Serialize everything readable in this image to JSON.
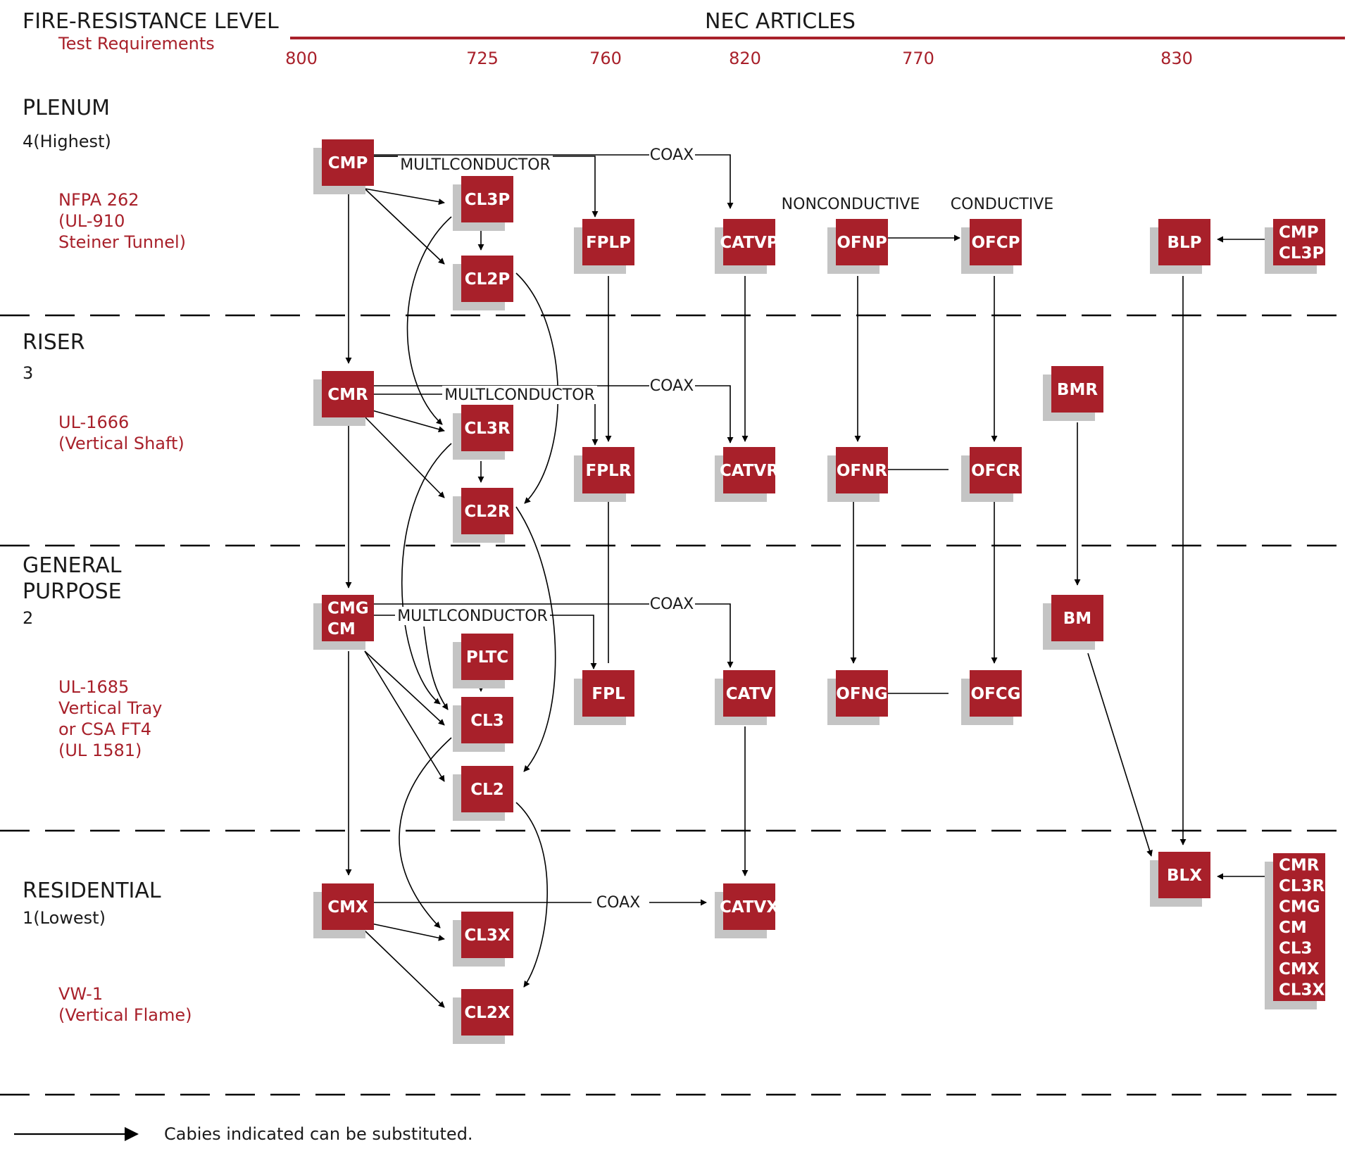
{
  "header": {
    "left_title": "FIRE-RESISTANCE LEVEL",
    "left_subtitle": "Test Requirements",
    "center_title": "NEC ARTICLES",
    "articles": [
      "800",
      "725",
      "760",
      "820",
      "770",
      "830"
    ]
  },
  "levels": [
    {
      "id": "plenum",
      "name": [
        "PLENUM"
      ],
      "rank": "4(Highest)",
      "test": [
        "NFPA 262",
        "(UL-910",
        "Steiner Tunnel)"
      ]
    },
    {
      "id": "riser",
      "name": [
        "RISER"
      ],
      "rank": "3",
      "test": [
        "UL-1666",
        "(Vertical Shaft)"
      ]
    },
    {
      "id": "general",
      "name": [
        "GENERAL",
        "PURPOSE"
      ],
      "rank": "2",
      "test": [
        "UL-1685",
        "Vertical Tray",
        "or CSA FT4",
        "(UL 1581)"
      ]
    },
    {
      "id": "residential",
      "name": [
        "RESIDENTIAL"
      ],
      "rank": "1(Lowest)",
      "test": [
        "VW-1",
        "(Vertical Flame)"
      ]
    }
  ],
  "nodes": [
    {
      "id": "CMP",
      "lines": [
        "CMP"
      ]
    },
    {
      "id": "CL3P",
      "lines": [
        "CL3P"
      ]
    },
    {
      "id": "CL2P",
      "lines": [
        "CL2P"
      ]
    },
    {
      "id": "FPLP",
      "lines": [
        "FPLP"
      ]
    },
    {
      "id": "CATVP",
      "lines": [
        "CATVP"
      ]
    },
    {
      "id": "OFNP",
      "lines": [
        "OFNP"
      ]
    },
    {
      "id": "OFCP",
      "lines": [
        "OFCP"
      ]
    },
    {
      "id": "BLP",
      "lines": [
        "BLP"
      ]
    },
    {
      "id": "CMPCL3P",
      "lines": [
        "CMP",
        "CL3P"
      ]
    },
    {
      "id": "CMR",
      "lines": [
        "CMR"
      ]
    },
    {
      "id": "CL3R",
      "lines": [
        "CL3R"
      ]
    },
    {
      "id": "CL2R",
      "lines": [
        "CL2R"
      ]
    },
    {
      "id": "FPLR",
      "lines": [
        "FPLR"
      ]
    },
    {
      "id": "CATVR",
      "lines": [
        "CATVR"
      ]
    },
    {
      "id": "OFNR",
      "lines": [
        "OFNR"
      ]
    },
    {
      "id": "OFCR",
      "lines": [
        "OFCR"
      ]
    },
    {
      "id": "BMR",
      "lines": [
        "BMR"
      ]
    },
    {
      "id": "CMGCM",
      "lines": [
        "CMG",
        "CM"
      ]
    },
    {
      "id": "PLTC",
      "lines": [
        "PLTC"
      ]
    },
    {
      "id": "CL3",
      "lines": [
        "CL3"
      ]
    },
    {
      "id": "CL2",
      "lines": [
        "CL2"
      ]
    },
    {
      "id": "FPL",
      "lines": [
        "FPL"
      ]
    },
    {
      "id": "CATV",
      "lines": [
        "CATV"
      ]
    },
    {
      "id": "OFNG",
      "lines": [
        "OFNG"
      ]
    },
    {
      "id": "OFCG",
      "lines": [
        "OFCG"
      ]
    },
    {
      "id": "BM",
      "lines": [
        "BM"
      ]
    },
    {
      "id": "CMX",
      "lines": [
        "CMX"
      ]
    },
    {
      "id": "CL3X",
      "lines": [
        "CL3X"
      ]
    },
    {
      "id": "CL2X",
      "lines": [
        "CL2X"
      ]
    },
    {
      "id": "CATVX",
      "lines": [
        "CATVX"
      ]
    },
    {
      "id": "BLX",
      "lines": [
        "BLX"
      ]
    },
    {
      "id": "BLXLIST",
      "lines": [
        "CMR",
        "CL3R",
        "CMG",
        "CM",
        "CL3",
        "CMX",
        "CL3X"
      ]
    }
  ],
  "edge_labels": {
    "coax": "COAX",
    "multiconductor": "MULTLCONDUCTOR",
    "nonconductive": "NONCONDUCTIVE",
    "conductive": "CONDUCTIVE"
  },
  "legend": {
    "text": "Cabies indicated can be substituted."
  },
  "colors": {
    "box": "#a8202a",
    "shadow": "#c4c4c4",
    "accent": "#a8202a",
    "line": "#000000"
  }
}
